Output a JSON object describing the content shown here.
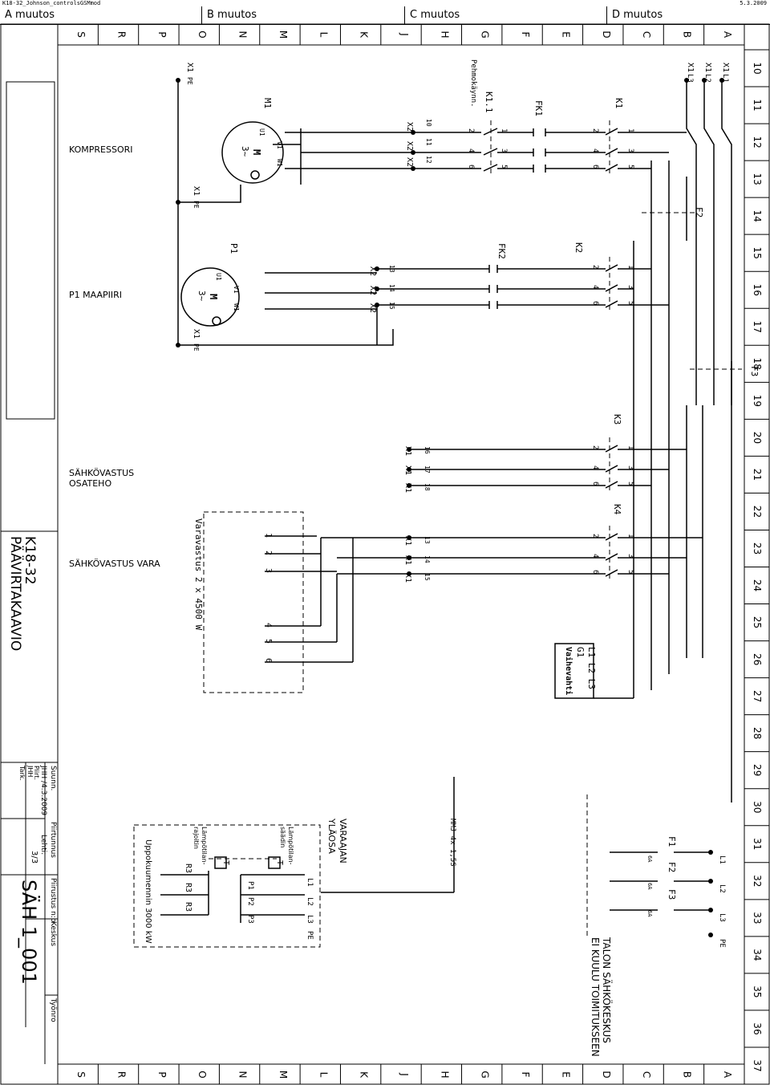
{
  "header": {
    "file_name": "K18-32_Johnson_controlsGSMmod",
    "date": "5.3.2009",
    "revisions": [
      "A muutos",
      "B muutos",
      "C muutos",
      "D muutos"
    ]
  },
  "grid": {
    "letters": [
      "S",
      "R",
      "P",
      "O",
      "N",
      "M",
      "L",
      "K",
      "J",
      "H",
      "G",
      "F",
      "E",
      "D",
      "C",
      "B",
      "A"
    ],
    "numbers": [
      "10",
      "11",
      "12",
      "13",
      "14",
      "15",
      "16",
      "17",
      "18",
      "19",
      "20",
      "21",
      "22",
      "23",
      "24",
      "25",
      "26",
      "27",
      "28",
      "29",
      "30",
      "31",
      "32",
      "33",
      "34",
      "35",
      "36",
      "37"
    ]
  },
  "title_block": {
    "title_line1": "K18-32",
    "title_line2": "PÄÄVIRTAKAAVIO",
    "suunn_label": "Suunn.",
    "suunn_value": "JHH  /4.3.2009",
    "piirt_label": "Piirt.",
    "piirt_value": "JHH",
    "tark_label": "Tark.",
    "piirtunnus_label": "Piirtunnus",
    "lehti_label": "Lehti:",
    "lehti_value": "3/3",
    "piirustus_label": "Piirustus n:o",
    "drawing_number": "SÄH 1_001",
    "keskus_label": "Keskus",
    "tyonro_label": "Työnro"
  },
  "sections": {
    "kompressori": "KOMPRESSORI",
    "p1_maapiiri": "P1 MAAPIIRI",
    "sahkovastus_osateho_1": "SÄHKÖVASTUS",
    "sahkovastus_osateho_2": "OSATEHO",
    "sahkovastus_vara": "SÄHKÖVASTUS VARA"
  },
  "supply": {
    "lines": [
      "L1",
      "L2",
      "L3"
    ],
    "terminal": "X1",
    "fuse_f2": "F2",
    "fuse_f3": "F3"
  },
  "components": {
    "k1": "K1",
    "fk1": "FK1",
    "k11": "K1.1",
    "pehmo": "Pehmokäynn.",
    "k2": "K2",
    "fk2": "FK2",
    "k3": "K3",
    "k4": "K4",
    "m1": "M1",
    "p1": "P1",
    "motor_m": "M",
    "motor_3": "3~",
    "u1": "U1",
    "v1": "V1",
    "w1": "W1",
    "x1": "X1",
    "x2": "X2",
    "pe": "PE",
    "contact_nums": [
      "1",
      "2",
      "3",
      "4",
      "5",
      "6"
    ],
    "t10": "10",
    "t11": "11",
    "t12": "12",
    "t13": "13",
    "t14": "14",
    "t15": "15",
    "t16": "16",
    "t17": "17",
    "t18": "18",
    "varavastus": "Varavastus 2 x 4500 W",
    "vara_terms": [
      "1",
      "2",
      "3",
      "4",
      "5",
      "6"
    ],
    "phase_monitor_lines": "L1 L2 L3",
    "phase_monitor_g": "G1",
    "phase_monitor_name": "Vaihevahti"
  },
  "upper_section": {
    "talon_1": "TALON SÄHKÖKESKUS",
    "talon_2": "EI KUULU TOIMITUKSEEN",
    "f1": "F1",
    "f2": "F2",
    "f3": "F3",
    "fuse_rating": "6A",
    "l1": "L1",
    "l2": "L2",
    "l3": "L3",
    "pe": "PE",
    "cable": "MMJ 4x 1,5S",
    "varaajan_1": "VARAAJAN",
    "varaajan_2": "YLÄOSA",
    "lampotila_saadin_1": "Lämpötilan-",
    "lampotila_saadin_2": "säädin",
    "lampotila_rajoitin_1": "Lämpötilan-",
    "lampotila_rajoitin_2": "rajoitin",
    "t_sym": "T",
    "r3": "R3",
    "p_terms": [
      "P1",
      "P2",
      "P3"
    ],
    "uppokuumennin": "Uppokuumennin 3000 kW"
  }
}
